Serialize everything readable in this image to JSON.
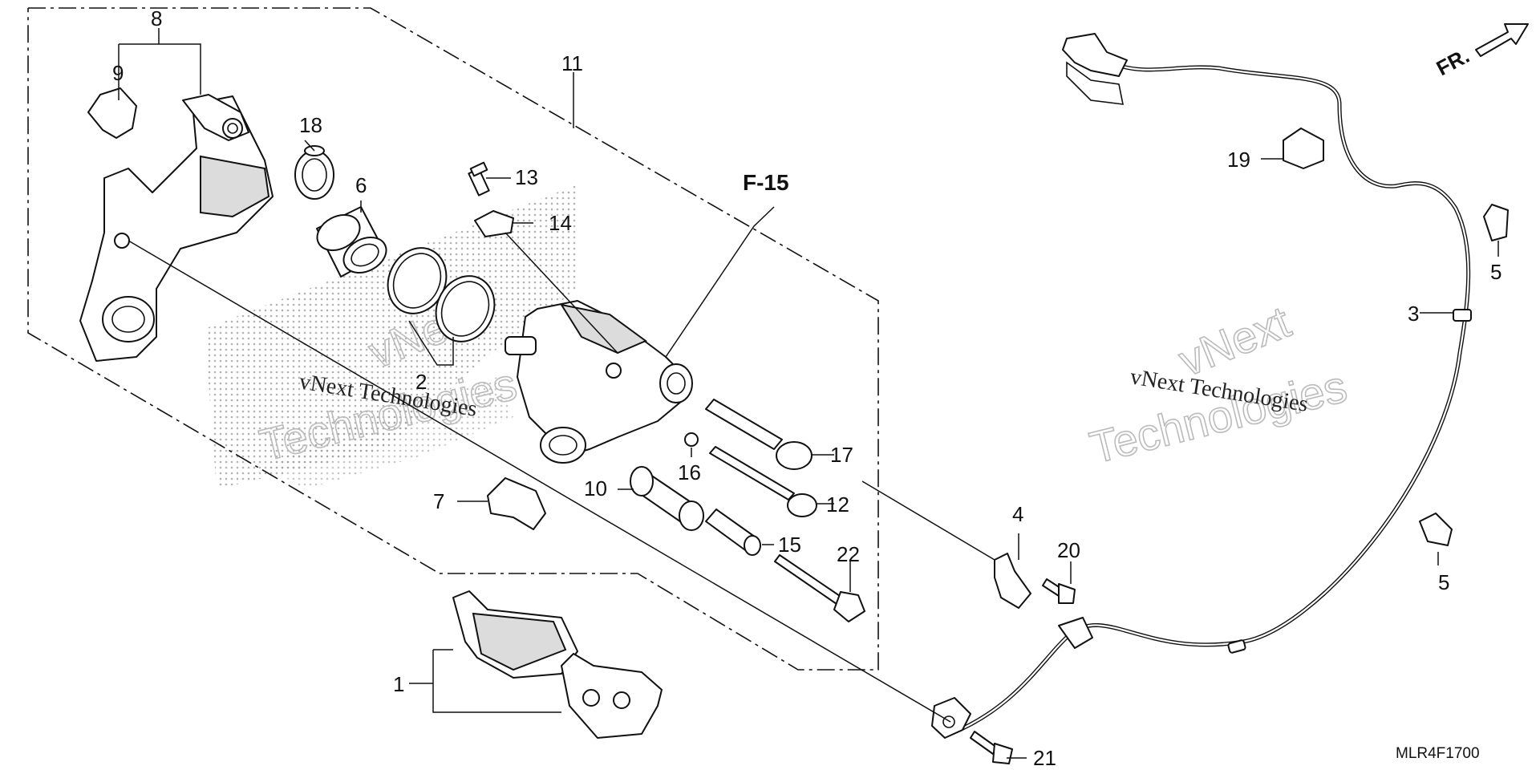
{
  "diagram": {
    "reference_link": "F-15",
    "drawing_code": "MLR4F1700",
    "direction_label": "FR.",
    "watermarks": {
      "left_outline_1": "vNext",
      "left_outline_2": "Technologies",
      "left_text": "vNext Technologies",
      "right_outline_1": "vNext",
      "right_outline_2": "Technologies",
      "right_text": "vNext Technologies"
    },
    "callouts": {
      "c1": "1",
      "c2": "2",
      "c3": "3",
      "c4": "4",
      "c5a": "5",
      "c5b": "5",
      "c6": "6",
      "c7": "7",
      "c8": "8",
      "c9": "9",
      "c10": "10",
      "c11": "11",
      "c12": "12",
      "c13": "13",
      "c14": "14",
      "c15": "15",
      "c16": "16",
      "c17": "17",
      "c18": "18",
      "c19": "19",
      "c20": "20",
      "c21": "21",
      "c22": "22"
    }
  }
}
